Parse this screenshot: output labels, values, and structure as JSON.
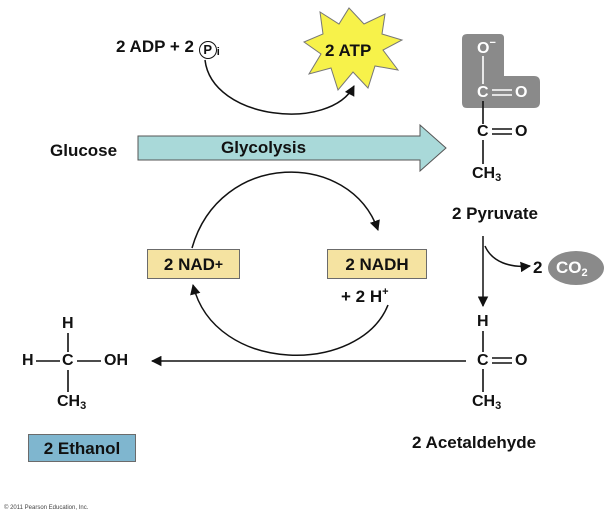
{
  "reaction": {
    "adp_text": "2 ADP + 2",
    "phosphate_symbol": "P",
    "phosphate_subscript": "i",
    "atp": "2 ATP",
    "glucose": "Glucose",
    "glycolysis": "Glycolysis",
    "nad": "2 NAD",
    "nad_plus": "+",
    "nadh": "2 NADH",
    "protons": "+ 2 H",
    "protons_plus": "+",
    "co2_coefficient": "2",
    "co2": "CO",
    "co2_subscript": "2"
  },
  "labels": {
    "pyruvate": "2 Pyruvate",
    "acetaldehyde": "2 Acetaldehyde",
    "ethanol": "2 Ethanol"
  },
  "atoms": {
    "oxygen": "O",
    "oxygen_negative": "O",
    "negative_sign": "−",
    "carbon": "C",
    "hydrogen": "H",
    "methyl": "CH",
    "methyl_subscript": "3",
    "hydroxyl": "OH"
  },
  "copyright": "© 2011 Pearson Education, Inc.",
  "colors": {
    "glycolysis_arrow": "#a9d9d9",
    "atp_burst": "#f7f24a",
    "nad_box": "#f5e3a1",
    "ethanol_box": "#7fb6cf",
    "removed_group": "#8a8a8a",
    "line": "#111111"
  }
}
